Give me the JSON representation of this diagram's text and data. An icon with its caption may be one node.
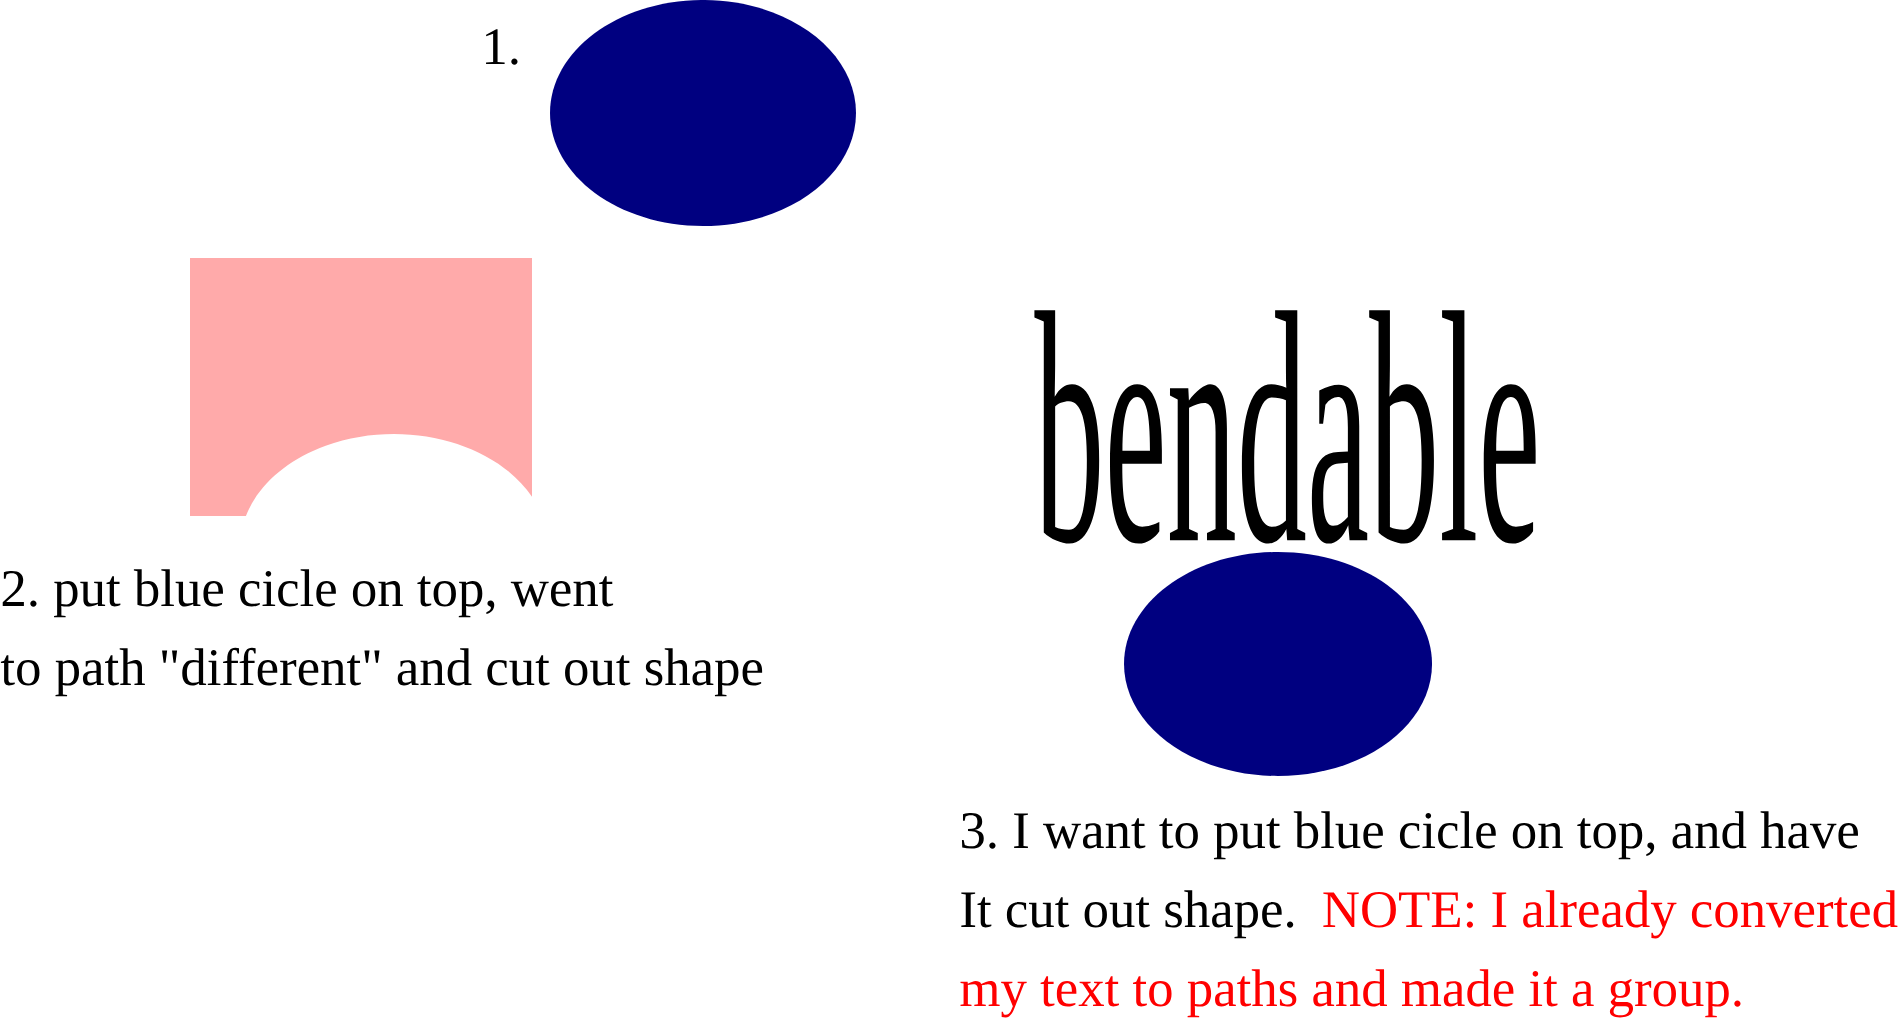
{
  "diagram": {
    "nodes": [
      {
        "text": [],
        "shape": "ellipse",
        "beside": [
          "1."
        ]
      },
      {
        "text": [],
        "shape": "box"
      },
      {
        "text": [],
        "shape": "ellipse"
      }
    ],
    "labels": [
      "2. put blue cicle on top, went to path \"different\" and cut out shape",
      "bendable",
      "3. I want to put blue cicle on top, and have It cut out shape.",
      "NOTE: I already converted my text to paths and made it a group."
    ]
  }
}
